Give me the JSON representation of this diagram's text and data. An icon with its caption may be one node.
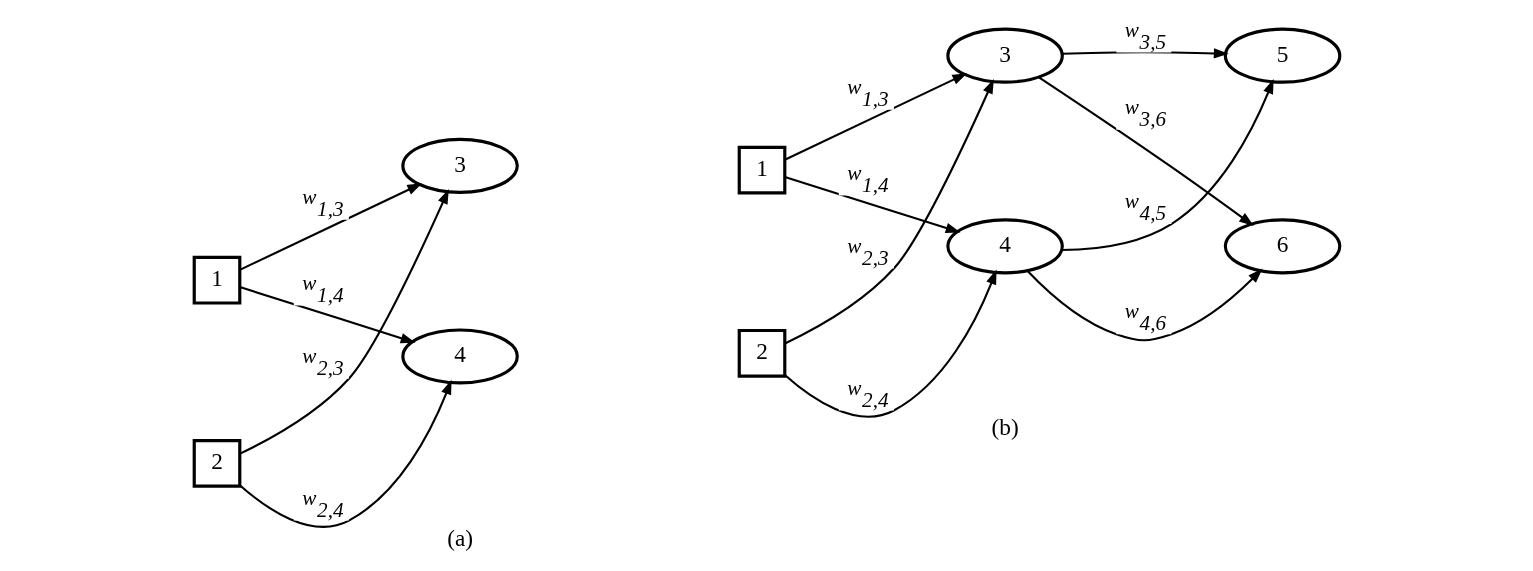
{
  "diagram": {
    "nodes": [
      {
        "text": [
          "1"
        ]
      },
      {
        "text": [
          "2"
        ]
      },
      {
        "text": [
          "3"
        ]
      },
      {
        "text": [
          "4"
        ]
      },
      {
        "text": [
          "1"
        ]
      },
      {
        "text": [
          "2"
        ]
      },
      {
        "text": [
          "3"
        ]
      },
      {
        "text": [
          "4"
        ]
      },
      {
        "text": [
          "5"
        ]
      },
      {
        "text": [
          "6"
        ]
      }
    ],
    "edges": [
      {
        "from": 0,
        "to": 2,
        "arrow": "to",
        "label": "w$_{1,3}$"
      },
      {
        "from": 0,
        "to": 3,
        "arrow": "to",
        "label": "w$_{1,4}$"
      },
      {
        "from": 1,
        "to": 2,
        "arrow": "to",
        "label": "w$_{2,3}$"
      },
      {
        "from": 1,
        "to": 3,
        "arrow": "to",
        "label": "w$_{2,4}$"
      },
      {
        "from": 4,
        "to": 6,
        "arrow": "to",
        "label": "w$_{1,3}$"
      },
      {
        "from": 4,
        "to": 7,
        "arrow": "to",
        "label": "w$_{1,4}$"
      },
      {
        "from": 5,
        "to": 6,
        "arrow": "to",
        "label": "w$_{2,3}$"
      },
      {
        "from": 5,
        "to": 7,
        "arrow": "to",
        "label": "w$_{2,4}$"
      },
      {
        "from": 6,
        "to": 8,
        "arrow": "to",
        "label": "w$_{3,5}$"
      },
      {
        "from": 6,
        "to": 9,
        "arrow": "to",
        "label": "w$_{3,6}$"
      },
      {
        "from": 7,
        "to": 8,
        "arrow": "to",
        "label": "w$_{4,5}$"
      },
      {
        "from": 7,
        "to": 9,
        "arrow": "to",
        "label": "w$_{4,6}$"
      }
    ],
    "labels": [
      "(a)",
      "(b)"
    ]
  }
}
